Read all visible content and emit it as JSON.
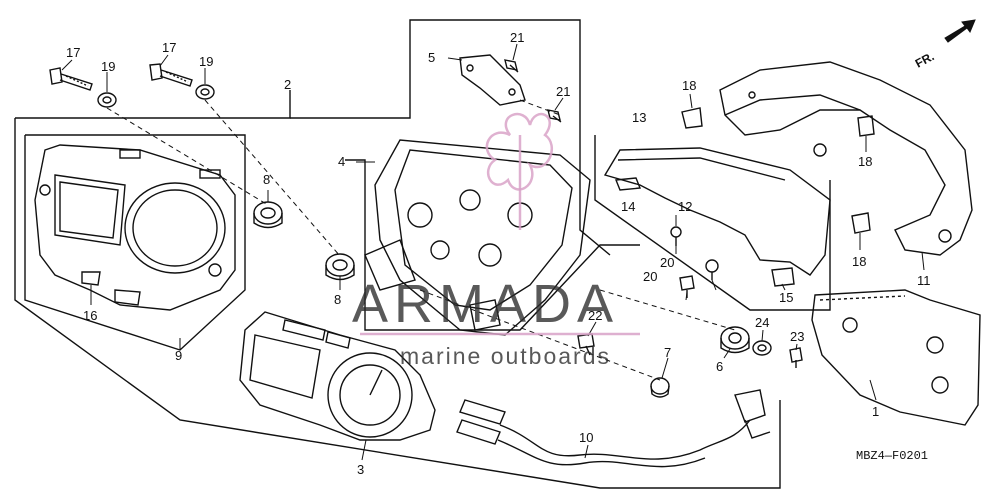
{
  "diagram": {
    "callouts": [
      "17",
      "19",
      "17",
      "19",
      "2",
      "5",
      "21",
      "21",
      "4",
      "8",
      "8",
      "13",
      "18",
      "18",
      "18",
      "14",
      "12",
      "20",
      "20",
      "15",
      "11",
      "9",
      "16",
      "22",
      "7",
      "24",
      "23",
      "6",
      "1",
      "3",
      "10"
    ],
    "diagram_code": "MBZ4—F0201",
    "direction_marker": "FR.",
    "watermark": {
      "brand": "ARMADA",
      "tagline": "marine outboards"
    }
  }
}
